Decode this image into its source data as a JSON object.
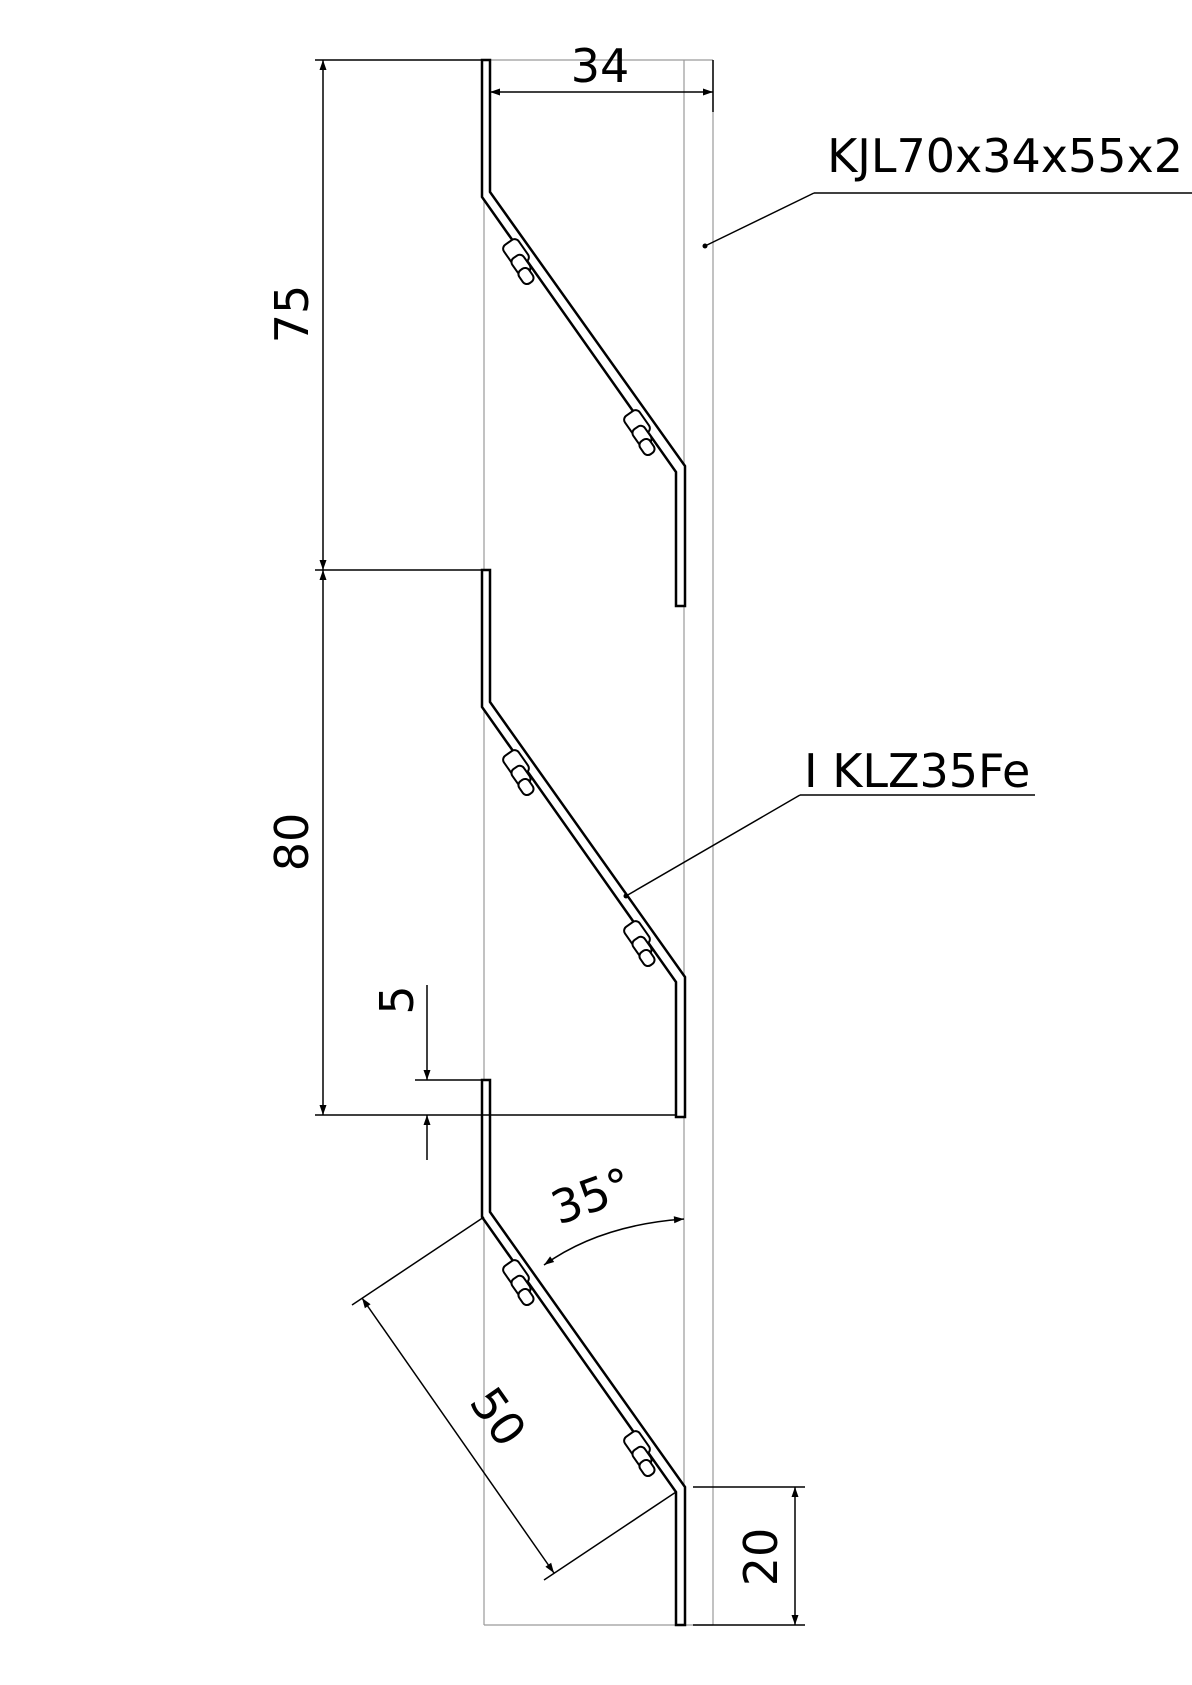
{
  "drawing": {
    "profile_label": "KJL70x34x55x2",
    "blade_label": "I KLZ35Fe"
  },
  "dimensions": {
    "depth": "34",
    "pitch_top": "75",
    "pitch_middle": "80",
    "overlap": "5",
    "blade_angle": "35°",
    "blade_length": "50",
    "bottom_lip": "20"
  }
}
